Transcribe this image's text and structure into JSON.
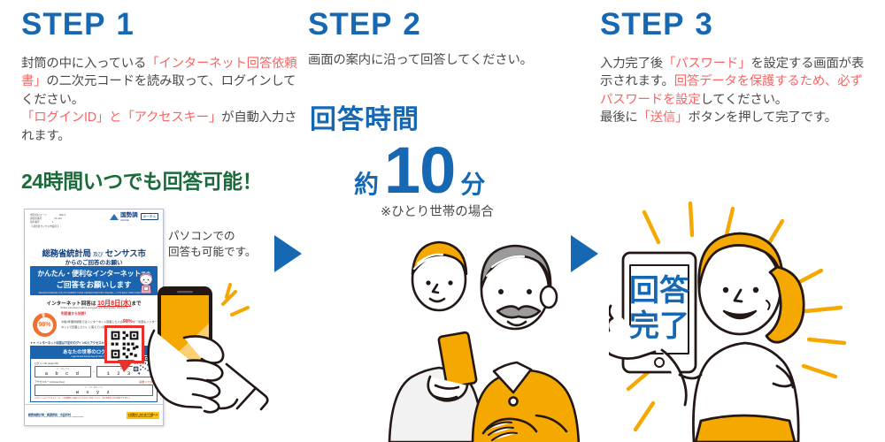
{
  "steps": [
    {
      "heading": "STEP",
      "number": "1",
      "body_segments": [
        {
          "t": "封筒の中に入っている",
          "hl": false
        },
        {
          "t": "「インターネット回答依頼書」",
          "hl": true
        },
        {
          "t": "の二次元コードを読み取って、ログインしてください。",
          "hl": false
        }
      ],
      "body_line2_segments": [
        {
          "t": "「ログインID」と「アクセスキー」",
          "hl": true
        },
        {
          "t": "が自動入力されます。",
          "hl": false
        }
      ],
      "banner": "24時間いつでも回答可能！",
      "pc_note_line1": "パソコンでの",
      "pc_note_line2": "回答も可能です。"
    },
    {
      "heading": "STEP",
      "number": "2",
      "body": "画面の案内に沿って回答してください。",
      "time_label": "回答時間",
      "time_approx": "約",
      "time_number": "10",
      "time_unit": "分",
      "time_note": "※ひとり世帯の場合"
    },
    {
      "heading": "STEP",
      "number": "3",
      "body_segments": [
        {
          "t": "入力完了後",
          "hl": false
        },
        {
          "t": "「パスワード」",
          "hl": true
        },
        {
          "t": "を設定する画面が表示されます。",
          "hl": false
        },
        {
          "t": "回答データを保護するため、必ずパスワードを設定",
          "hl": true
        },
        {
          "t": "してください。",
          "hl": false
        }
      ],
      "body_line2_segments": [
        {
          "t": "最後に",
          "hl": false
        },
        {
          "t": "「送信」",
          "hl": true
        },
        {
          "t": "ボタンを押して完了です。",
          "hl": false
        }
      ],
      "phone_screen_line1": "回答",
      "phone_screen_line2": "完了"
    }
  ],
  "leaflet": {
    "code_labels": [
      {
        "label": "市区町村コード",
        "value": "48371"
      },
      {
        "label": "調査区番号",
        "value": "00-110"
      },
      {
        "label": "世帯番号",
        "value": "1"
      },
      {
        "label": "【 調査区センサス市役区 】",
        "value": ""
      }
    ],
    "logo_text": "国勢調",
    "logo_sub": "ONLINE",
    "logo_badge": "ポータル",
    "title_main": "総務省統計局",
    "title_conj": "及び",
    "title_city": "センサス市",
    "title_sub": "からのご回答のお願い",
    "blue_line1_a": "かんたん・便利な",
    "blue_line1_b": "インターネット",
    "blue_line1_c": "での",
    "blue_line2": "ご回答をお願いします",
    "blue_en": "WE ENCOURAGE YOU TO SUBMIT YOUR CENSUS REPORT ONLINE — IT IS EASY AND CONVENIENT",
    "deadline_prefix": "インターネット回答は",
    "deadline_date": "10月8日(水)",
    "deadline_suffix": "まで",
    "deadline_en": "Online submission will be accepted until Wednesday, October 8",
    "donut_value": "98%",
    "stat_headline": "利用者から好評！",
    "stat_text_a": "令和2年国勢調査ではインターネット回答した人の",
    "stat_big": "98%",
    "stat_text_b": "が「次回もインターネットで回答したい」と答えています",
    "arrow_line": "▼▼  インターネット回答は下記のログインIDとアクセスキーで  ▼▼",
    "id_box_header": "あなたの世帯のログインIDは",
    "id_box_header_en": "Login ID and Access Key for Your Online Report",
    "login_label": "ログインID (Login ID)",
    "login_label_right": "(世帯コード)",
    "login_field1_mini": "ローマ字 4 ケタ",
    "login_field1_value": "a b c d",
    "login_field2_mini": "数字 4 ケタ",
    "login_field2_value": "1 2 3 4",
    "access_label": "アクセスキー (Access Key)",
    "access_label_right": "(英数 4 ケタ)",
    "access_field_mini": "ローマ字・数字 4 ケタ",
    "access_field_value": "w x y z",
    "caution": "※ログインIDとアクセスキーは、この調査票に記載されたものをご利用ください。他の世帯のものは使用できません。",
    "footer_org": "総務省統計局・都道府県・市区町村",
    "footer_org_en": "Statistics Bureau of Japan, Ministry of Internal Affairs and Communications",
    "footer_yellow": "■ 回答のしかたはウラ面へ ■",
    "footer_yellow_en": "See reverse side for instructions"
  },
  "colors": {
    "step_blue": "#1668b3",
    "highlight_red": "#fa6464",
    "banner_green": "#1b6b3a",
    "banner_yellow": "#ffc20e",
    "body_gray": "#4a4a4a",
    "leaflet_blue": "#1b64b0",
    "orange": "#f07030",
    "qr_red": "#e8312a"
  },
  "icons": {
    "arrow1": "right-triangle-arrow-icon",
    "arrow2": "right-triangle-arrow-icon",
    "qr": "qr-code-icon"
  }
}
